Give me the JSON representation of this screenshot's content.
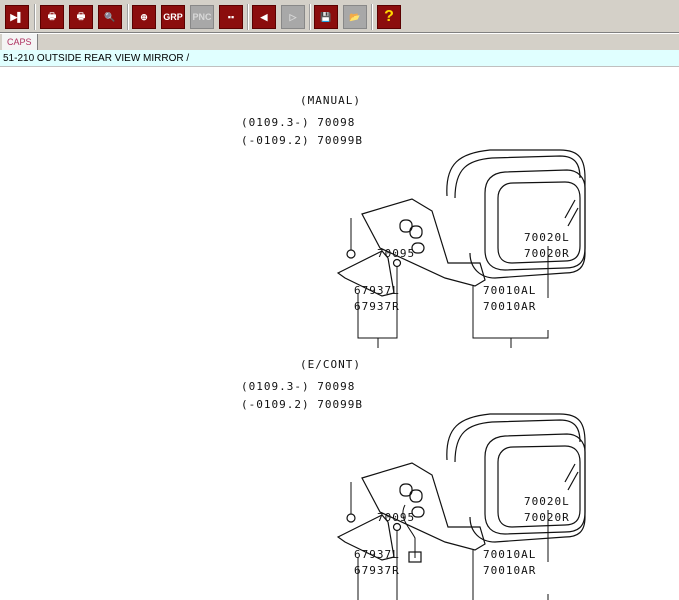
{
  "toolbar": {
    "buttons": [
      {
        "name": "exit",
        "label": "▶▌"
      },
      {
        "name": "print-screen",
        "label": "🖶"
      },
      {
        "name": "print",
        "label": "🖶"
      },
      {
        "name": "print-preview",
        "label": "🔍"
      },
      {
        "name": "zoom",
        "label": "⊕"
      },
      {
        "name": "grp",
        "label": "GRP"
      },
      {
        "name": "pnc",
        "label": "PNC"
      },
      {
        "name": "layout",
        "label": "▪▪"
      },
      {
        "name": "back",
        "label": "◀"
      },
      {
        "name": "forward",
        "label": "▷"
      },
      {
        "name": "save",
        "label": "💾"
      },
      {
        "name": "open",
        "label": "📂"
      },
      {
        "name": "help",
        "label": "?"
      }
    ]
  },
  "tab": {
    "label": "CAPS"
  },
  "title": "51-210  OUTSIDE REAR VIEW MIRROR /",
  "groups": [
    {
      "heading": "(MANUAL)",
      "line1": "(0109.3-) 70098",
      "line2": "(-0109.2) 70099B",
      "p70095": "70095",
      "p67937L": "67937L",
      "p67937R": "67937R",
      "p70010AL": "70010AL",
      "p70010AR": "70010AR",
      "p70020L": "70020L",
      "p70020R": "70020R"
    },
    {
      "heading": "(E/CONT)",
      "line1": "(0109.3-) 70098",
      "line2": "(-0109.2) 70099B",
      "p70095": "70095",
      "p67937L": "67937L",
      "p67937R": "67937R",
      "p70010AL": "70010AL",
      "p70010AR": "70010AR",
      "p70020L": "70020L",
      "p70020R": "70020R"
    }
  ]
}
